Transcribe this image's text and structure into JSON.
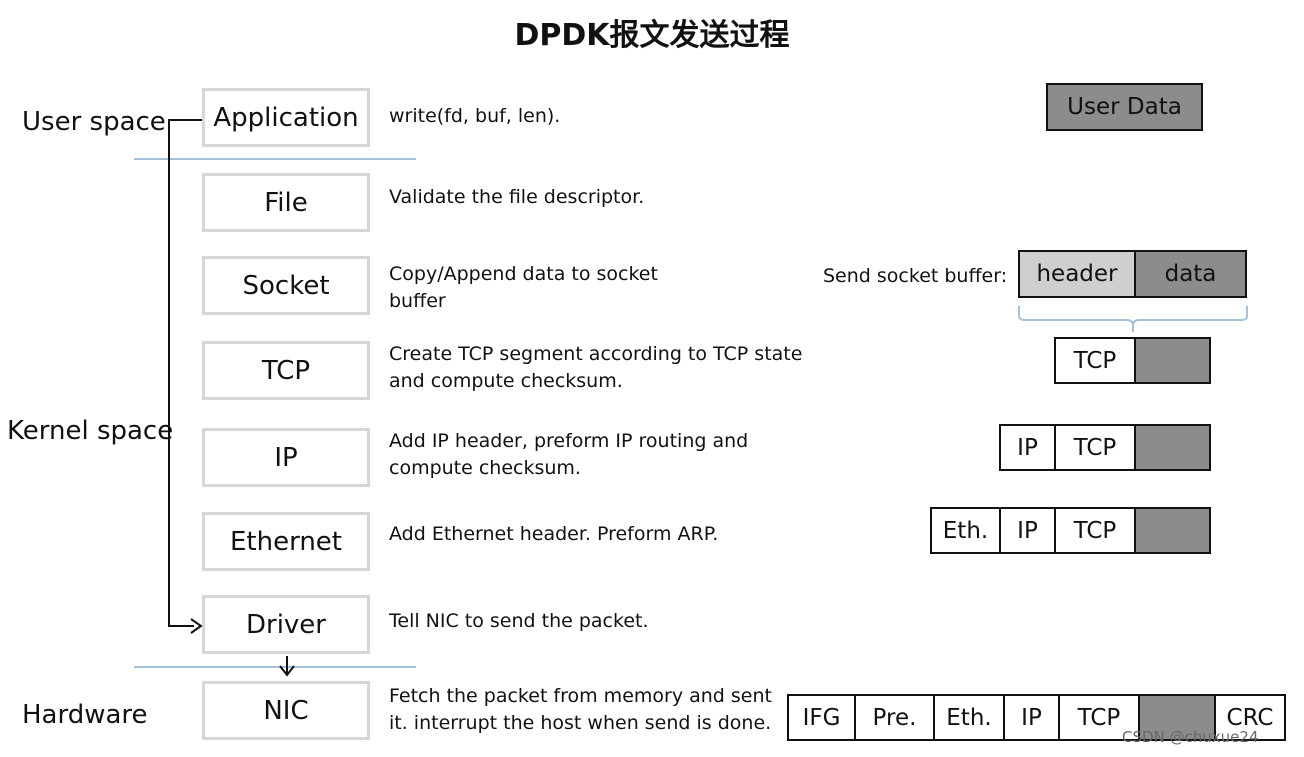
{
  "title": "DPDK报文发送过程",
  "spaces": {
    "user": "User space",
    "kernel": "Kernel space",
    "hardware": "Hardware"
  },
  "layers": [
    {
      "name": "Application",
      "desc": "write(fd, buf, len)."
    },
    {
      "name": "File",
      "desc": "Validate the file descriptor."
    },
    {
      "name": "Socket",
      "desc": "Copy/Append data to socket\nbuffer"
    },
    {
      "name": "TCP",
      "desc": "Create TCP segment according to TCP state\nand compute checksum."
    },
    {
      "name": "IP",
      "desc": "Add IP header, preform IP routing and\ncompute checksum."
    },
    {
      "name": "Ethernet",
      "desc": "Add Ethernet header. Preform ARP."
    },
    {
      "name": "Driver",
      "desc": "Tell NIC to send the packet."
    },
    {
      "name": "NIC",
      "desc": "Fetch the packet from memory and sent\nit. interrupt the host when send is done."
    }
  ],
  "packets": {
    "user_data": "User Data",
    "socket_buffer_label": "Send socket buffer:",
    "socket_header": "header",
    "socket_data": "data",
    "tcp": "TCP",
    "ip": "IP",
    "eth": "Eth.",
    "ifg": "IFG",
    "pre": "Pre.",
    "crc": "CRC"
  },
  "watermark": "CSDN @chuxue24",
  "colors": {
    "layer_border": "#d6d6d6",
    "separator": "#a7c0da",
    "data_fill": "#8c8c8c",
    "header_fill": "#cfcfcf"
  }
}
